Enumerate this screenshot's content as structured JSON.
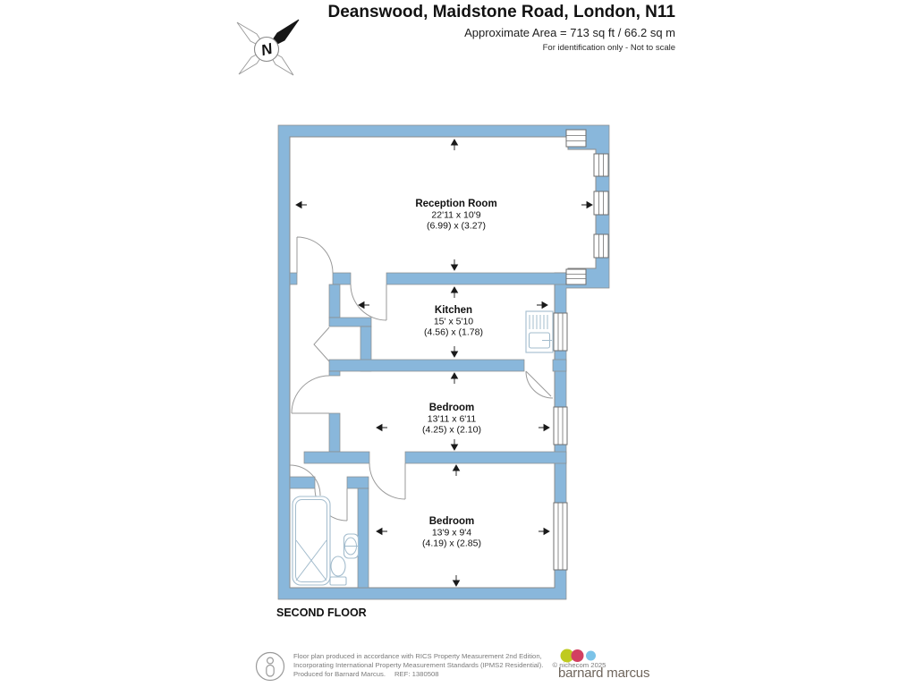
{
  "header": {
    "title": "Deanswood, Maidstone Road, London, N11",
    "area_line": "Approximate Area = 713 sq ft / 66.2 sq m",
    "disclaimer": "For identification only - Not to scale"
  },
  "compass": {
    "north_label": "N"
  },
  "plan": {
    "floor_label": "SECOND FLOOR",
    "rooms": [
      {
        "name": "Reception Room",
        "dimensions_imperial": "22'11 x 10'9",
        "dimensions_metric": "(6.99) x (3.27)"
      },
      {
        "name": "Kitchen",
        "dimensions_imperial": "15' x 5'10",
        "dimensions_metric": "(4.56) x (1.78)"
      },
      {
        "name": "Bedroom",
        "dimensions_imperial": "13'11 x 6'11",
        "dimensions_metric": "(4.25) x (2.10)"
      },
      {
        "name": "Bedroom",
        "dimensions_imperial": "13'9 x 9'4",
        "dimensions_metric": "(4.19) x (2.85)"
      }
    ]
  },
  "footer": {
    "disclaimer_line1": "Floor plan produced in accordance with RICS Property Measurement 2nd Edition,",
    "disclaimer_line2": "Incorporating International Property Measurement Standards (IPMS2 Residential).",
    "copyright": "© nichecom 2025",
    "produced_for": "Produced for Barnard Marcus.",
    "reference": "REF: 1380508",
    "agency_name": "barnard marcus"
  },
  "colors": {
    "wall": "#89b7db",
    "logo_green": "#bfca1f",
    "logo_red": "#d24061",
    "logo_blue": "#7cc3e8"
  }
}
